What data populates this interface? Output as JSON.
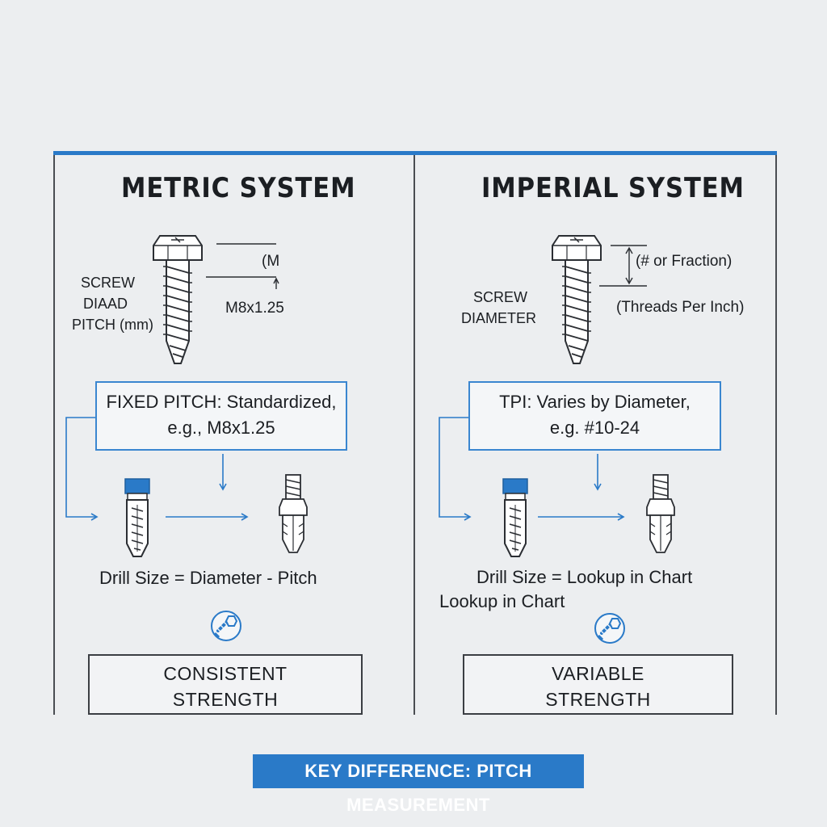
{
  "colors": {
    "accent": "#2a7ac8",
    "line": "#3b3e43",
    "background": "#eceef0"
  },
  "metric": {
    "title": "METRIC SYSTEM",
    "screw_label_lines": [
      "SCREW",
      "DIAAD",
      "PITCH (mm)"
    ],
    "dim_label": "(M",
    "designation": "M8x1.25",
    "info_box_line1": "FIXED PITCH: Standardized,",
    "info_box_line2": "e.g., M8x1.25",
    "drill_text": "Drill Size = Diameter - Pitch",
    "strength_line1": "CONSISTENT",
    "strength_line2": "STRENGTH",
    "icon": "bolt-nut-icon"
  },
  "imperial": {
    "title": "IMPERIAL SYSTEM",
    "screw_label_lines": [
      "SCREW",
      "DIAMETER"
    ],
    "dim_label": "(# or Fraction)",
    "tpi_label": "(Threads Per Inch)",
    "info_box_line1": "TPI: Varies by Diameter,",
    "info_box_line2": "e.g. #10-24",
    "drill_text": "Drill Size = Lookup in Chart",
    "drill_text_extra": "Lookup in Chart",
    "strength_line1": "VARIABLE",
    "strength_line2": "STRENGTH",
    "icon": "bolt-nut-icon"
  },
  "key_difference": "KEY DIFFERENCE: PITCH MEASUREMENT"
}
